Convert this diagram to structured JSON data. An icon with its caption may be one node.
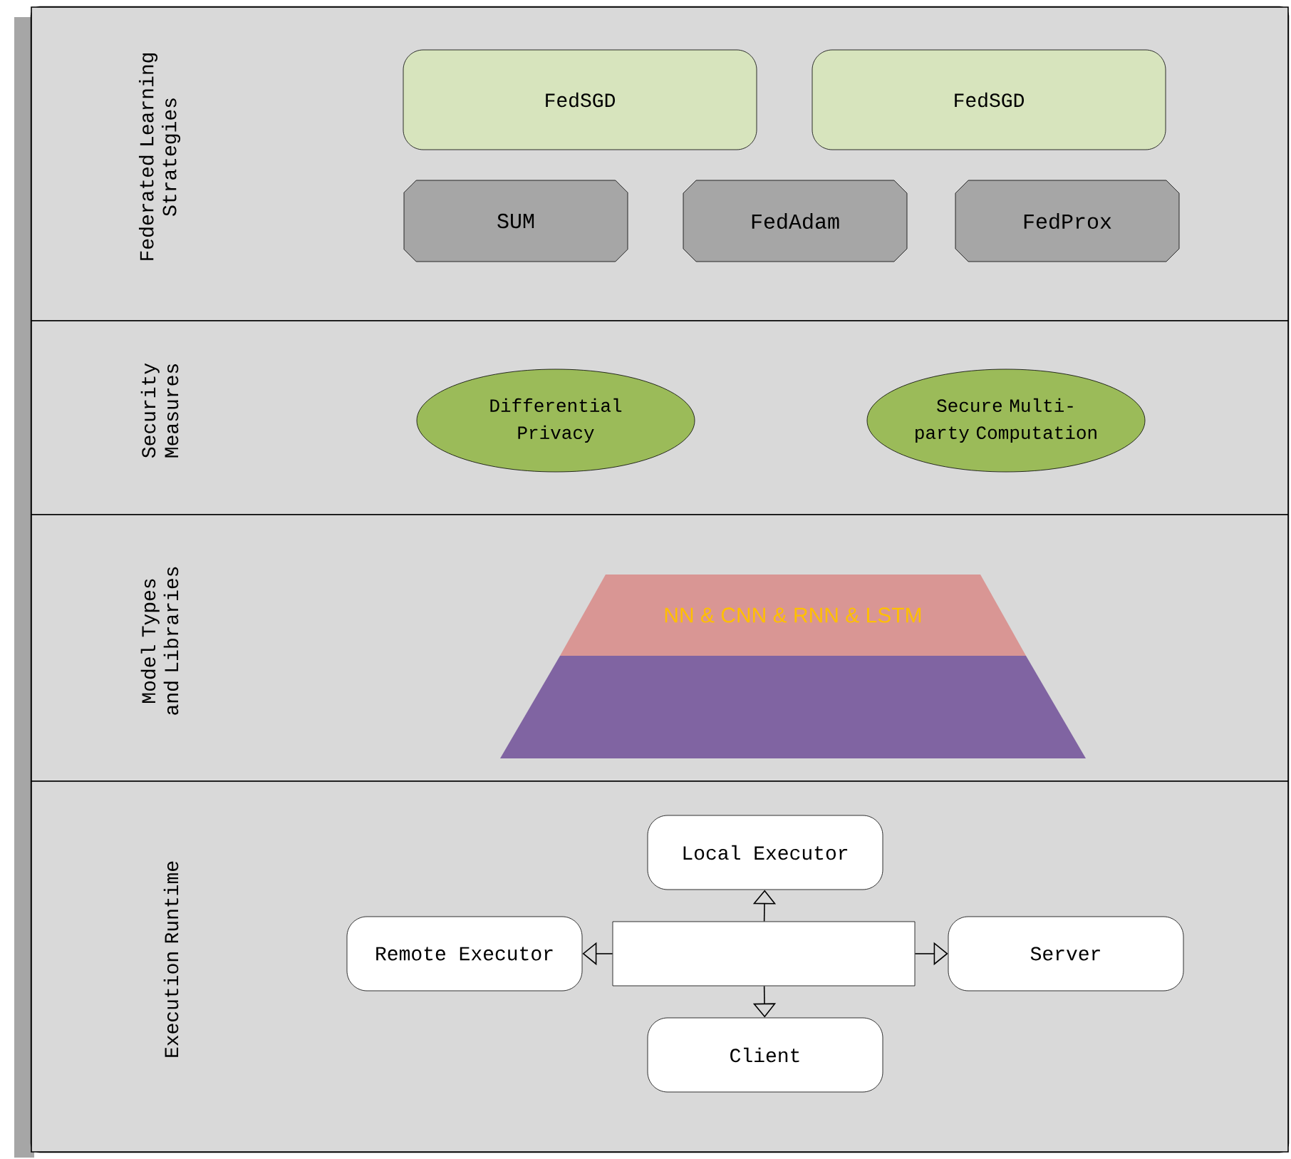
{
  "diagram": {
    "nodes": [
      {
        "text": [
          "Federated Learning Strategies"
        ]
      },
      {
        "text": [
          "FedSGD"
        ],
        "in": 0
      },
      {
        "text": [
          "FedSGD"
        ],
        "in": 0
      },
      {
        "text": [
          "SUM"
        ],
        "in": 0
      },
      {
        "text": [
          "FedAdam"
        ],
        "in": 0
      },
      {
        "text": [
          "FedProx"
        ],
        "in": 0
      },
      {
        "text": [
          "Security Measures"
        ]
      },
      {
        "text": [
          "Differential Privacy"
        ],
        "in": 6
      },
      {
        "text": [
          "Secure Multi-party Computation"
        ],
        "in": 6
      },
      {
        "text": [
          "Model Types and Libraries"
        ]
      },
      {
        "text": [
          "NN & CNN & RNN & LSTM"
        ],
        "in": 9
      },
      {
        "text": [],
        "shape": "trapezoid",
        "in": 9
      },
      {
        "text": [
          "Execution Runtime"
        ]
      },
      {
        "text": [
          "Local Executor"
        ],
        "in": 12
      },
      {
        "text": [
          "Remote Executor"
        ],
        "in": 12
      },
      {
        "text": [],
        "shape": "box",
        "in": 12
      },
      {
        "text": [
          "Server"
        ],
        "in": 12
      },
      {
        "text": [
          "Client"
        ],
        "in": 12
      }
    ],
    "edges": [
      {
        "from": 15,
        "to": 13,
        "arrow": "to"
      },
      {
        "from": 15,
        "to": 14,
        "arrow": "to"
      },
      {
        "from": 15,
        "to": 16,
        "arrow": "to"
      },
      {
        "from": 15,
        "to": 17,
        "arrow": "to"
      }
    ]
  }
}
